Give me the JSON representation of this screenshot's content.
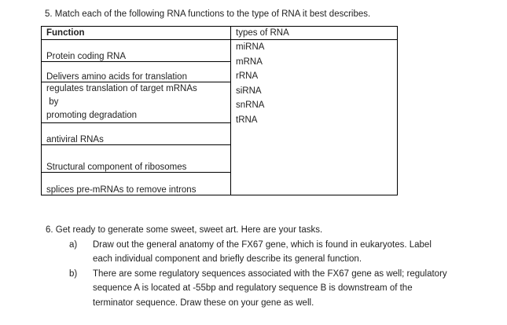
{
  "colors": {
    "background": "#ffffff",
    "text": "#1f1f1f",
    "table_border": "#000000"
  },
  "question5": {
    "prompt": "5. Match each of the following RNA functions to the type of RNA it best describes.",
    "table": {
      "headers": {
        "function": "Function",
        "types": "types of RNA"
      },
      "function_rows": [
        {
          "lines": [
            "Protein coding RNA"
          ]
        },
        {
          "lines": [
            "Delivers amino acids for translation"
          ]
        },
        {
          "lines": [
            "regulates translation of target mRNAs",
            " by",
            "promoting degradation"
          ]
        },
        {
          "lines": [
            "antiviral RNAs"
          ]
        },
        {
          "lines": [
            "Structural component of ribosomes"
          ]
        },
        {
          "lines": [
            "splices pre-mRNAs to remove introns"
          ]
        }
      ],
      "rna_types": [
        "miRNA",
        "mRNA",
        "rRNA",
        "siRNA",
        "snRNA",
        "tRNA"
      ]
    }
  },
  "question6": {
    "prompt": "6. Get ready to generate some sweet, sweet art. Here are your tasks.",
    "items": [
      {
        "marker": "a)",
        "lines": [
          "Draw out the general anatomy of the FX67 gene, which is found in eukaryotes. Label",
          "each individual component and briefly describe its general function."
        ]
      },
      {
        "marker": "b)",
        "lines": [
          "There are some regulatory sequences associated with the FX67 gene as well; regulatory",
          "sequence A is located at -55bp and regulatory sequence B is downstream of the",
          "terminator sequence. Draw these on your gene as well."
        ]
      }
    ]
  }
}
